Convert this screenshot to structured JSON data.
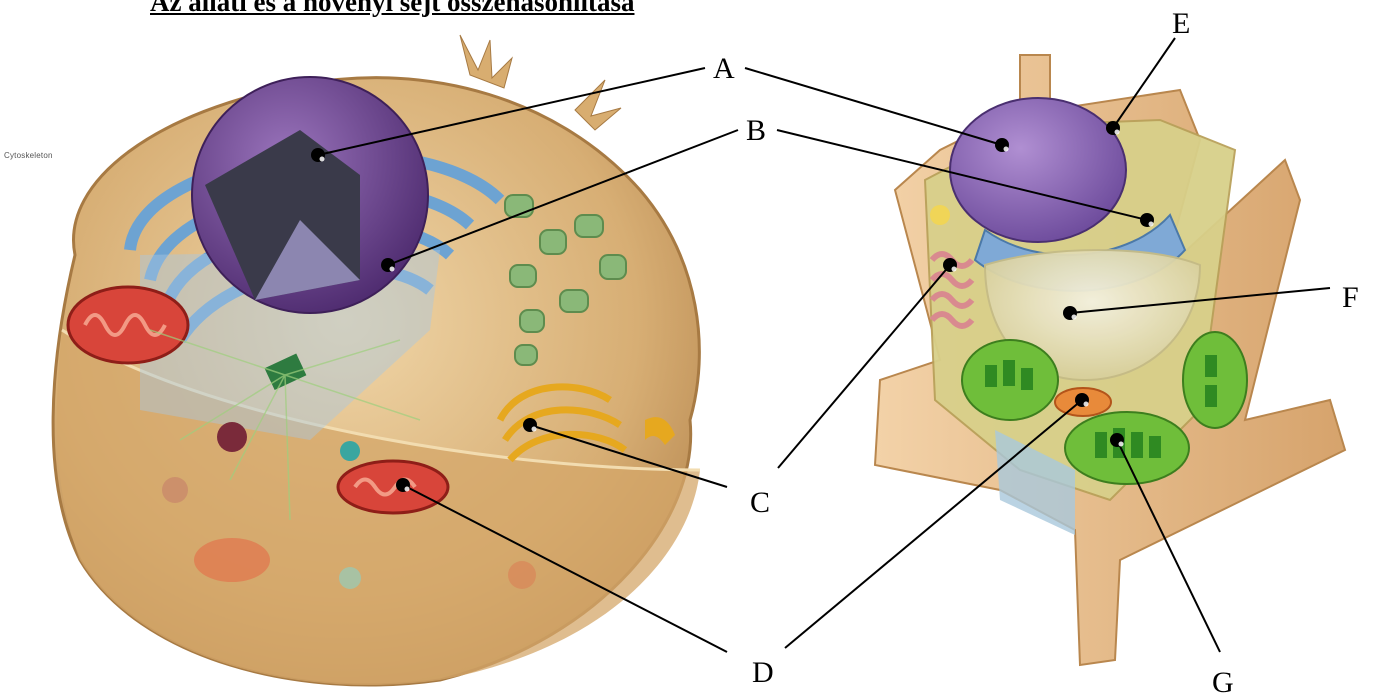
{
  "title": "Az állati és a növényi sejt összehasonlítása",
  "small_text": "Cytoskeleton",
  "labels": {
    "A": "A",
    "B": "B",
    "C": "C",
    "D": "D",
    "E": "E",
    "F": "F",
    "G": "G"
  },
  "colors": {
    "cytoplasm": "#d9b278",
    "nucleus": "#6b3f8c",
    "er": "#7fb0d8",
    "golgi": "#e6a81f",
    "mitochondria": "#d8453a",
    "chloroplast": "#4aa52a",
    "cell_wall": "#e3b888",
    "vacuole": "#e8e0b0",
    "leader_line": "#000000"
  }
}
